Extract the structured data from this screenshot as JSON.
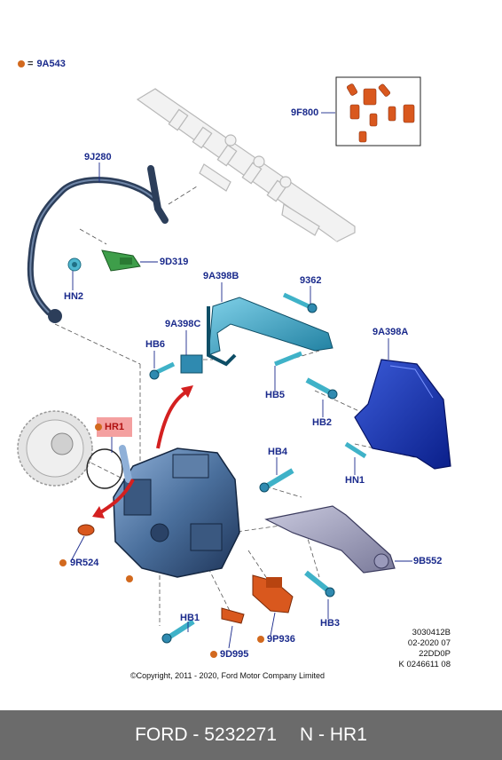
{
  "legend": {
    "symbol": "orange-dot",
    "equals": "=",
    "code": "9A543"
  },
  "callouts": {
    "c9F800": "9F800",
    "c9J280": "9J280",
    "c9D319": "9D319",
    "cHN2": "HN2",
    "c9A398B": "9A398B",
    "c9362": "9362",
    "c9A398C": "9A398C",
    "cHB6": "HB6",
    "cHB5": "HB5",
    "c9A398A": "9A398A",
    "cHB2": "HB2",
    "cHR1": "HR1",
    "cHB4": "HB4",
    "cHN1": "HN1",
    "c9R524": "9R524",
    "c9B552": "9B552",
    "cHB1": "HB1",
    "cHB3": "HB3",
    "c9P936": "9P936",
    "c9D995": "9D995"
  },
  "codes": [
    "3030412B",
    "02-2020 07",
    "22DD0P",
    "K 0246611 08"
  ],
  "copyright": "©Copyright, 2011 - 2020, Ford Motor Company Limited",
  "footer": {
    "part": "FORD - 5232271",
    "ref": "N - HR1"
  },
  "colors": {
    "footer_bg": "#6b6b6b",
    "label": "#1a2a8c",
    "highlight": "#f4a0a0",
    "dot": "#d2691e",
    "arrow": "#d42020"
  }
}
